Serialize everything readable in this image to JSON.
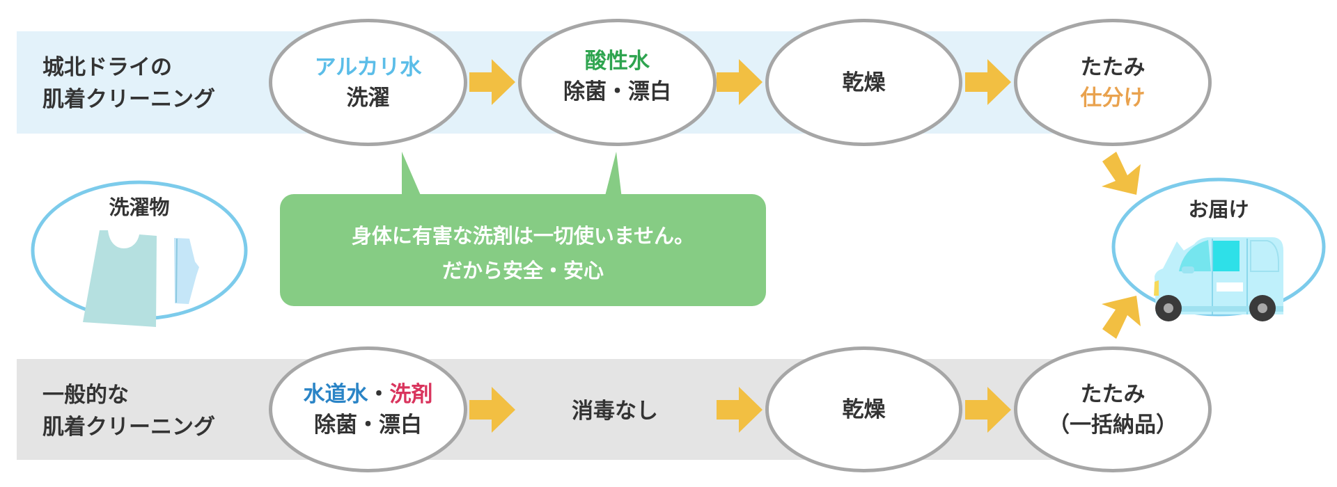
{
  "colors": {
    "top_band": "#e3f2fa",
    "bottom_band": "#e4e4e4",
    "ellipse_stroke": "#a6a6a6",
    "arrow": "#f2bf42",
    "bubble": "#86cc84",
    "highlight_ellipse": "#7ccbeb",
    "alkaline": "#5bbde8",
    "acidic": "#2ea44f",
    "sorting": "#e9a24e",
    "tap_water": "#2a84c6",
    "detergent": "#d9345d"
  },
  "jyohoku": {
    "label_line1": "城北ドライの",
    "label_line2": "肌着クリーニング",
    "steps": [
      {
        "line1": "アルカリ水",
        "line2": "洗濯"
      },
      {
        "line1": "酸性水",
        "line2": "除菌・漂白"
      },
      {
        "line1": "乾燥"
      },
      {
        "line1": "たたみ",
        "line2": "仕分け"
      }
    ]
  },
  "general": {
    "label_line1": "一般的な",
    "label_line2": "肌着クリーニング",
    "steps": [
      {
        "line1a": "水道水",
        "sep": "・",
        "line1b": "洗剤",
        "line2": "除菌・漂白"
      },
      {
        "line1": "消毒なし"
      },
      {
        "line1": "乾燥"
      },
      {
        "line1": "たたみ",
        "line2": "（一括納品）"
      }
    ]
  },
  "laundry": {
    "label": "洗濯物",
    "icon": "laundry-icon"
  },
  "callout": {
    "line1": "身体に有害な洗剤は一切使いません。",
    "line2": "だから安全・安心"
  },
  "delivery": {
    "label": "お届け",
    "icon": "van-icon"
  }
}
